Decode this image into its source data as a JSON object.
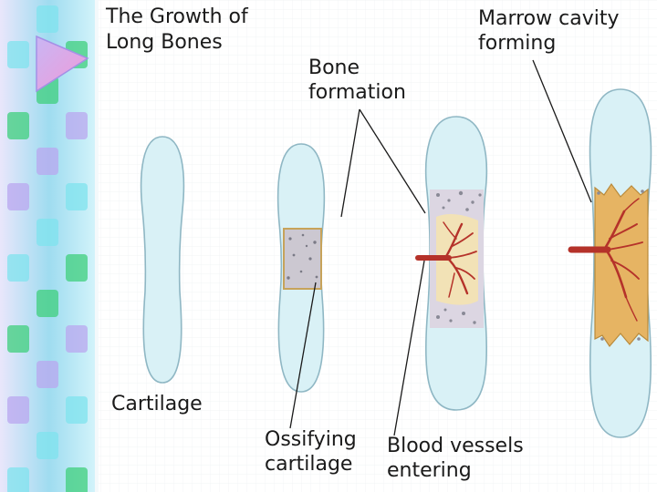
{
  "diagram": {
    "title": "The Growth of\nLong Bones",
    "labels": {
      "bone_formation": "Bone\nformation",
      "marrow_cavity": "Marrow cavity\nforming",
      "cartilage": "Cartilage",
      "ossifying_cartilage": "Ossifying\ncartilage",
      "blood_vessels": "Blood vessels\nentering"
    },
    "stages": [
      "cartilage",
      "ossifying-cartilage",
      "blood-vessels-entering",
      "marrow-cavity-forming"
    ]
  },
  "colors": {
    "bone_fill": "#d9f1f6",
    "bone_stroke": "#8fb7c4",
    "shaft_fill": "#ccc9d3",
    "marrow_fill": "#e8c07a",
    "vessel": "#c0392b",
    "sidebar_green": "#3fcf7c",
    "sidebar_cyan": "#7fe3ee",
    "sidebar_lilac": "#b9a7ef"
  }
}
